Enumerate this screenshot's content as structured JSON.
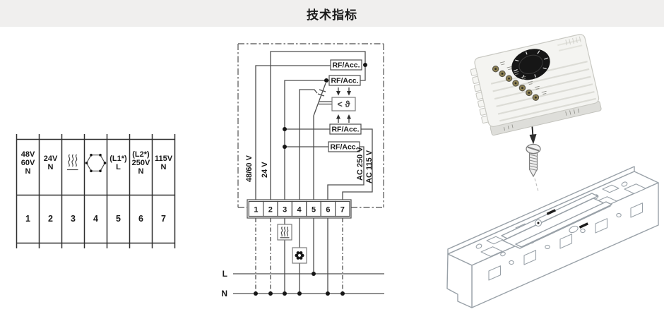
{
  "page": {
    "title": "技术指标"
  },
  "colors": {
    "header_bg": "#f0efee",
    "diagram_line": "#4d4d4d",
    "junction_dot": "#161616",
    "dial": "#161616",
    "rail_line": "#99a1a8"
  },
  "terminal_table": {
    "columns": [
      {
        "lines": [
          "48V",
          "60V",
          "N"
        ],
        "number": "1"
      },
      {
        "lines": [
          "24V",
          "N"
        ],
        "number": "2"
      },
      {
        "icon": "heater-icon",
        "number": "3"
      },
      {
        "icon": "fan-icon",
        "number": "4"
      },
      {
        "lines": [
          "(L1*)",
          "L"
        ],
        "number": "5"
      },
      {
        "lines": [
          "(L2*)",
          "250V",
          "N"
        ],
        "number": "6"
      },
      {
        "lines": [
          "115V",
          "N"
        ],
        "number": "7"
      }
    ]
  },
  "wiring": {
    "rf_boxes": [
      "RF/Acc.",
      "RF/Acc.",
      "RF/Acc.",
      "RF/Acc."
    ],
    "sensor_symbol": "< ϑ",
    "terminals": [
      "1",
      "2",
      "3",
      "4",
      "5",
      "6",
      "7"
    ],
    "labels": {
      "t1": "48/60 V",
      "t2": "24 V",
      "t6": "AC 250 V",
      "t7": "AC 115 V",
      "live": "L",
      "neutral": "N"
    }
  },
  "illustration": {
    "parts": [
      "thermostat-device",
      "down-arrow",
      "mounting-screw",
      "din-rail-clip",
      "mounting-rail"
    ]
  }
}
